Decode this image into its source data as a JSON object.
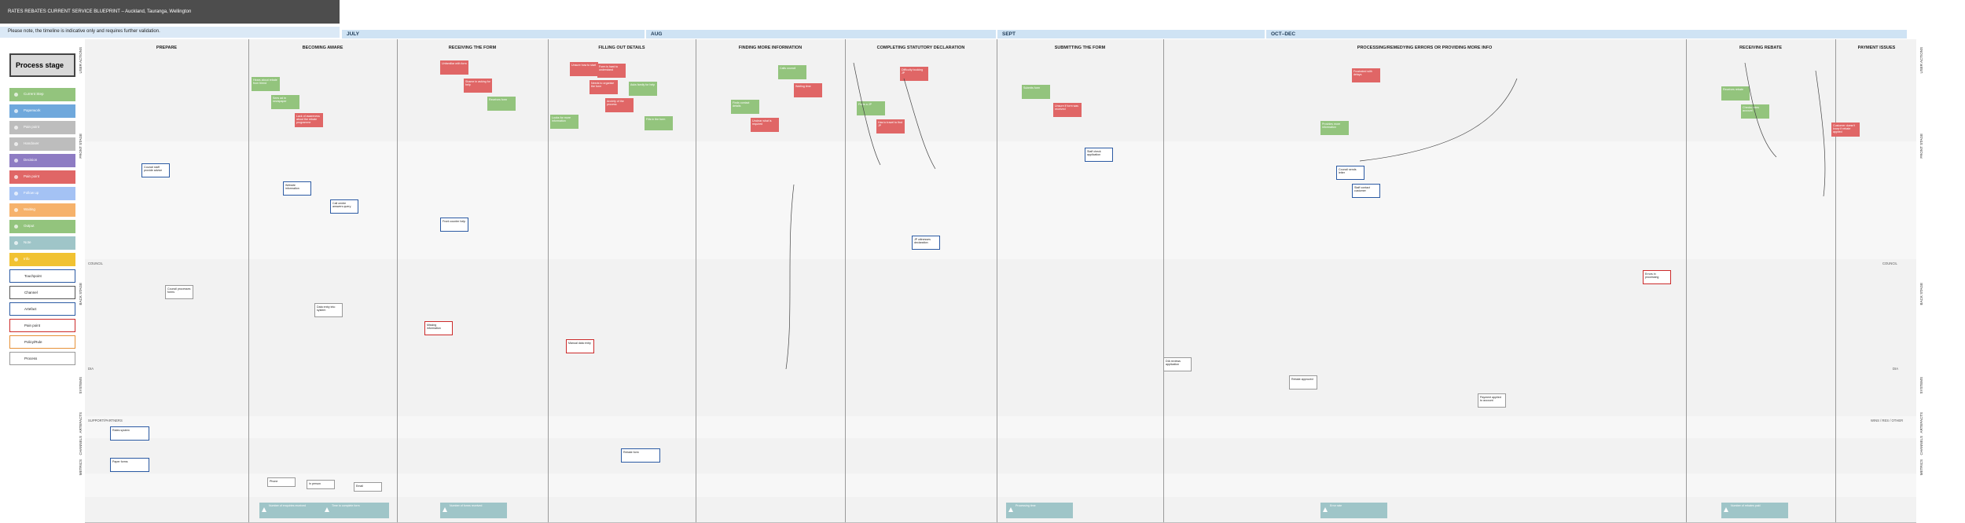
{
  "header": {
    "title": "RATES REBATES CURRENT SERVICE BLUEPRINT – Auckland, Tauranga, Wellington",
    "note": "Please note, the timeline is indicative only and requires further validation."
  },
  "months": [
    "JULY",
    "AUG",
    "SEPT",
    "OCT–DEC"
  ],
  "legend": {
    "title": "Process stage",
    "items": [
      {
        "label": "Current Step",
        "color": "#93c47d"
      },
      {
        "label": "Paperwork",
        "color": "#6fa8dc"
      },
      {
        "label": "Pain point",
        "color": "#bdbdbd"
      },
      {
        "label": "Handover",
        "color": "#bdbdbd"
      },
      {
        "label": "Decision",
        "color": "#8e7cc3"
      },
      {
        "label": "Pain point",
        "color": "#e06666"
      },
      {
        "label": "Follow up",
        "color": "#a4c2f4"
      },
      {
        "label": "Waiting",
        "color": "#f6b26b"
      },
      {
        "label": "Output",
        "color": "#93c47d"
      },
      {
        "label": "Note",
        "color": "#9fc5c8"
      },
      {
        "label": "Info",
        "color": "#f1c232"
      }
    ],
    "outline_items": [
      "Touchpoint",
      "Channel",
      "Artefact",
      "Pain point",
      "Policy/Rule",
      "Process"
    ]
  },
  "lanes": [
    {
      "label": "USER ACTIONS"
    },
    {
      "label": "FRONT STAGE"
    },
    {
      "label": "BACK STAGE"
    },
    {
      "label": "SYSTEMS"
    },
    {
      "label": "ARTEFACTS"
    },
    {
      "label": "CHANNELS"
    },
    {
      "label": "METRICS"
    }
  ],
  "side_labels": {
    "council": "COUNCIL",
    "dia": "DIA",
    "support": "SUPPORT/PARTNERS",
    "wins": "WINS / RES / OTHER"
  },
  "phases": [
    "PREPARE",
    "BECOMING AWARE",
    "RECEIVING THE FORM",
    "FILLING OUT DETAILS",
    "FINDING MORE INFORMATION",
    "COMPLETING STATUTORY DECLARATION",
    "SUBMITTING THE FORM",
    "PROCESSING/REMEDYING ERRORS OR PROVIDING MORE INFO",
    "RECEIVING REBATE",
    "PAYMENT ISSUES"
  ],
  "cards": [
    {
      "t": "Hears about rebate from friend",
      "k": "g",
      "p": "user"
    },
    {
      "t": "Sees ad in newspaper",
      "k": "g",
      "p": "user"
    },
    {
      "t": "Lack of awareness about the rebate programme",
      "k": "r",
      "p": "user"
    },
    {
      "t": "Unfamiliar with form",
      "k": "r",
      "p": "user"
    },
    {
      "t": "Shame in asking for help",
      "k": "r",
      "p": "user"
    },
    {
      "t": "Receives form",
      "k": "g",
      "p": "user"
    },
    {
      "t": "Looks for more information",
      "k": "g",
      "p": "user"
    },
    {
      "t": "Unsure how to start",
      "k": "r",
      "p": "user"
    },
    {
      "t": "Needs to organise the form",
      "k": "r",
      "p": "user"
    },
    {
      "t": "Anxiety of the process",
      "k": "r",
      "p": "user"
    },
    {
      "t": "Fills in the form",
      "k": "g",
      "p": "user"
    },
    {
      "t": "Form is hard to understand",
      "k": "r",
      "p": "user"
    },
    {
      "t": "Asks family for help",
      "k": "g",
      "p": "user"
    },
    {
      "t": "Finds contact details",
      "k": "g",
      "p": "user"
    },
    {
      "t": "Unclear what is required",
      "k": "r",
      "p": "user"
    },
    {
      "t": "Calls council",
      "k": "g",
      "p": "user"
    },
    {
      "t": "Waiting time",
      "k": "r",
      "p": "user"
    },
    {
      "t": "Finds a JP",
      "k": "g",
      "p": "user"
    },
    {
      "t": "Has to travel to find JP",
      "k": "r",
      "p": "user"
    },
    {
      "t": "Difficulty booking JP",
      "k": "r",
      "p": "user"
    },
    {
      "t": "Submits form",
      "k": "g",
      "p": "user"
    },
    {
      "t": "Unsure if form was received",
      "k": "r",
      "p": "user"
    },
    {
      "t": "Provides more information",
      "k": "g",
      "p": "user"
    },
    {
      "t": "Frustrated with delays",
      "k": "r",
      "p": "user"
    },
    {
      "t": "Receives rebate",
      "k": "g",
      "p": "user"
    },
    {
      "t": "Checks rates account",
      "k": "g",
      "p": "user"
    },
    {
      "t": "Customer doesn't know if rebate applied",
      "k": "r",
      "p": "user"
    },
    {
      "t": "Council staff provide advice",
      "k": "b",
      "p": "front"
    },
    {
      "t": "Website information",
      "k": "b",
      "p": "front"
    },
    {
      "t": "Call centre answers query",
      "k": "b",
      "p": "front"
    },
    {
      "t": "Front counter help",
      "k": "b",
      "p": "front"
    },
    {
      "t": "JP witnesses declaration",
      "k": "b",
      "p": "front"
    },
    {
      "t": "Staff check application",
      "k": "b",
      "p": "front"
    },
    {
      "t": "Council sends letter",
      "k": "b",
      "p": "front"
    },
    {
      "t": "Staff contact customer",
      "k": "b",
      "p": "front"
    },
    {
      "t": "Council processes forms",
      "k": "gr",
      "p": "back"
    },
    {
      "t": "Data entry into system",
      "k": "gr",
      "p": "back"
    },
    {
      "t": "Missing information",
      "k": "rb",
      "p": "back"
    },
    {
      "t": "Manual data entry",
      "k": "rb",
      "p": "back"
    },
    {
      "t": "DIA reviews application",
      "k": "gr",
      "p": "back"
    },
    {
      "t": "Rebate approved",
      "k": "gr",
      "p": "back"
    },
    {
      "t": "Payment applied to account",
      "k": "gr",
      "p": "back"
    },
    {
      "t": "Errors in processing",
      "k": "rb",
      "p": "back"
    },
    {
      "t": "Rates system",
      "k": "b",
      "p": "sys"
    },
    {
      "t": "Paper forms",
      "k": "b",
      "p": "art"
    },
    {
      "t": "Rebate form",
      "k": "b",
      "p": "art"
    },
    {
      "t": "Phone",
      "k": "gr",
      "p": "chan"
    },
    {
      "t": "In person",
      "k": "gr",
      "p": "chan"
    },
    {
      "t": "Email",
      "k": "gr",
      "p": "chan"
    }
  ],
  "metrics": [
    "Number of enquiries received",
    "Time to complete form",
    "Number of forms received",
    "Processing time",
    "Error rate",
    "Number of rebates paid"
  ]
}
